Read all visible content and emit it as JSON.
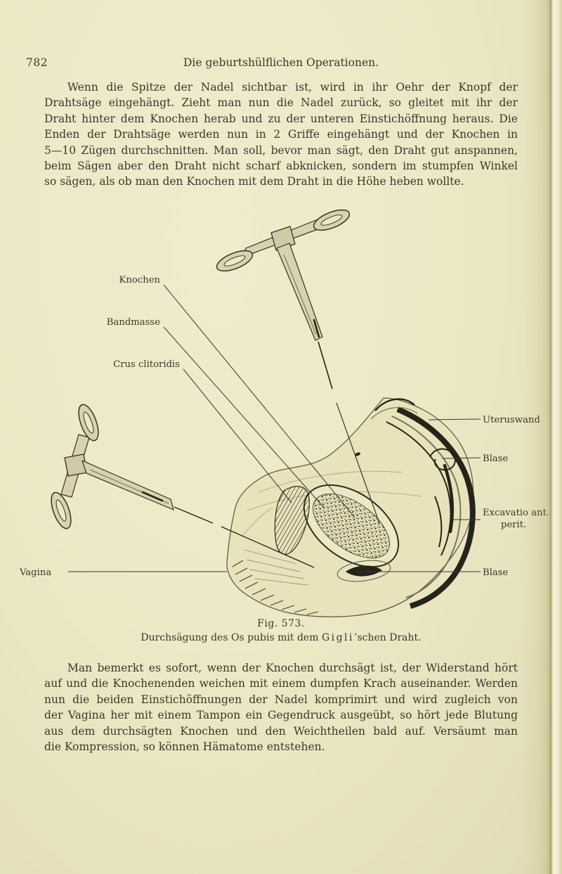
{
  "colors": {
    "paper": "#ece8c3",
    "ink": "#3a382c",
    "figure_ink": "#26241a"
  },
  "header": {
    "page_number": "782",
    "running_title": "Die geburtshülflichen Operationen."
  },
  "paragraph1": {
    "lines": [
      "Wenn die Spitze der Nadel sichtbar ist, wird in ihr Oehr der Knopf der",
      "Drahtsäge eingehängt.  Zieht man nun die Nadel zurück, so gleitet mit ihr der",
      "Draht hinter dem Knochen herab und zu der unteren Einstichöffnung heraus.  Die",
      "Enden der Drahtsäge werden nun in 2 Griffe eingehängt und der Knochen in",
      "5—10 Zügen durchschnitten.  Man soll, bevor man sägt, den Draht gut anspannen,",
      "beim Sägen aber den Draht nicht scharf abknicken, sondern im stumpfen Winkel",
      "so sägen, als ob man den Knochen mit dem Draht in die Höhe heben wollte."
    ]
  },
  "figure": {
    "caption_fig": "Fig. 573.",
    "caption_pre": "Durchsägung des Os pubis mit dem ",
    "caption_name": "Gigli",
    "caption_post": "’schen Draht.",
    "labels": {
      "knochen": "Knochen",
      "bandmasse": "Bandmasse",
      "crus": "Crus clitoridis",
      "vagina": "Vagina",
      "uteruswand": "Uteruswand",
      "blase_upper": "Blase",
      "excavatio_line1": "Excavatio ant.",
      "excavatio_line2": "perit.",
      "blase_lower": "Blase"
    }
  },
  "paragraph2": {
    "lines": [
      "Man bemerkt es sofort, wenn der Knochen durchsägt ist, der Widerstand hört",
      "auf und die Knochenenden weichen mit einem dumpfen Krach auseinander.  Werden",
      "nun die beiden Einstichöffnungen der Nadel komprimirt und wird zugleich von",
      "der Vagina her mit einem Tampon ein Gegendruck ausgeübt, so hört jede Blutung",
      "aus dem durchsägten Knochen und den Weichtheilen bald auf.  Versäumt man",
      "die Kompression, so können Hämatome entstehen."
    ]
  }
}
